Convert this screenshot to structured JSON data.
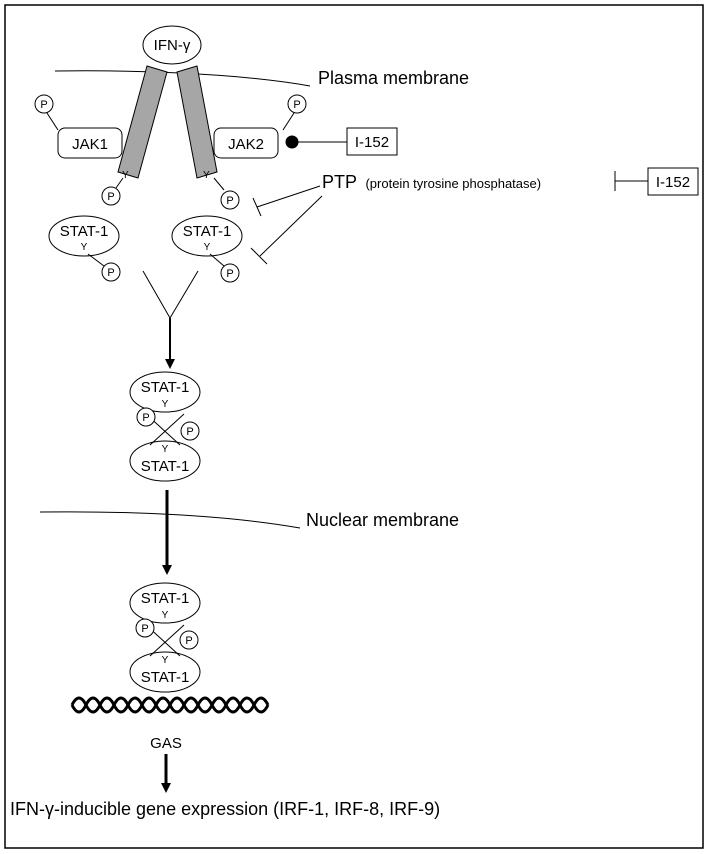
{
  "ligand": "IFN-γ",
  "plasma_membrane_label": "Plasma membrane",
  "nuclear_membrane_label": "Nuclear membrane",
  "jak1_label": "JAK1",
  "jak2_label": "JAK2",
  "inhibitor_label": "I-152",
  "ptp_label": "PTP",
  "ptp_full_label": "(protein tyrosine phosphatase)",
  "stat_label": "STAT-1",
  "phospho_label": "P",
  "tyrosine_label": "Y",
  "gas_label": "GAS",
  "output_label": "IFN-γ-inducible gene expression (IRF-1, IRF-8, IRF-9)"
}
